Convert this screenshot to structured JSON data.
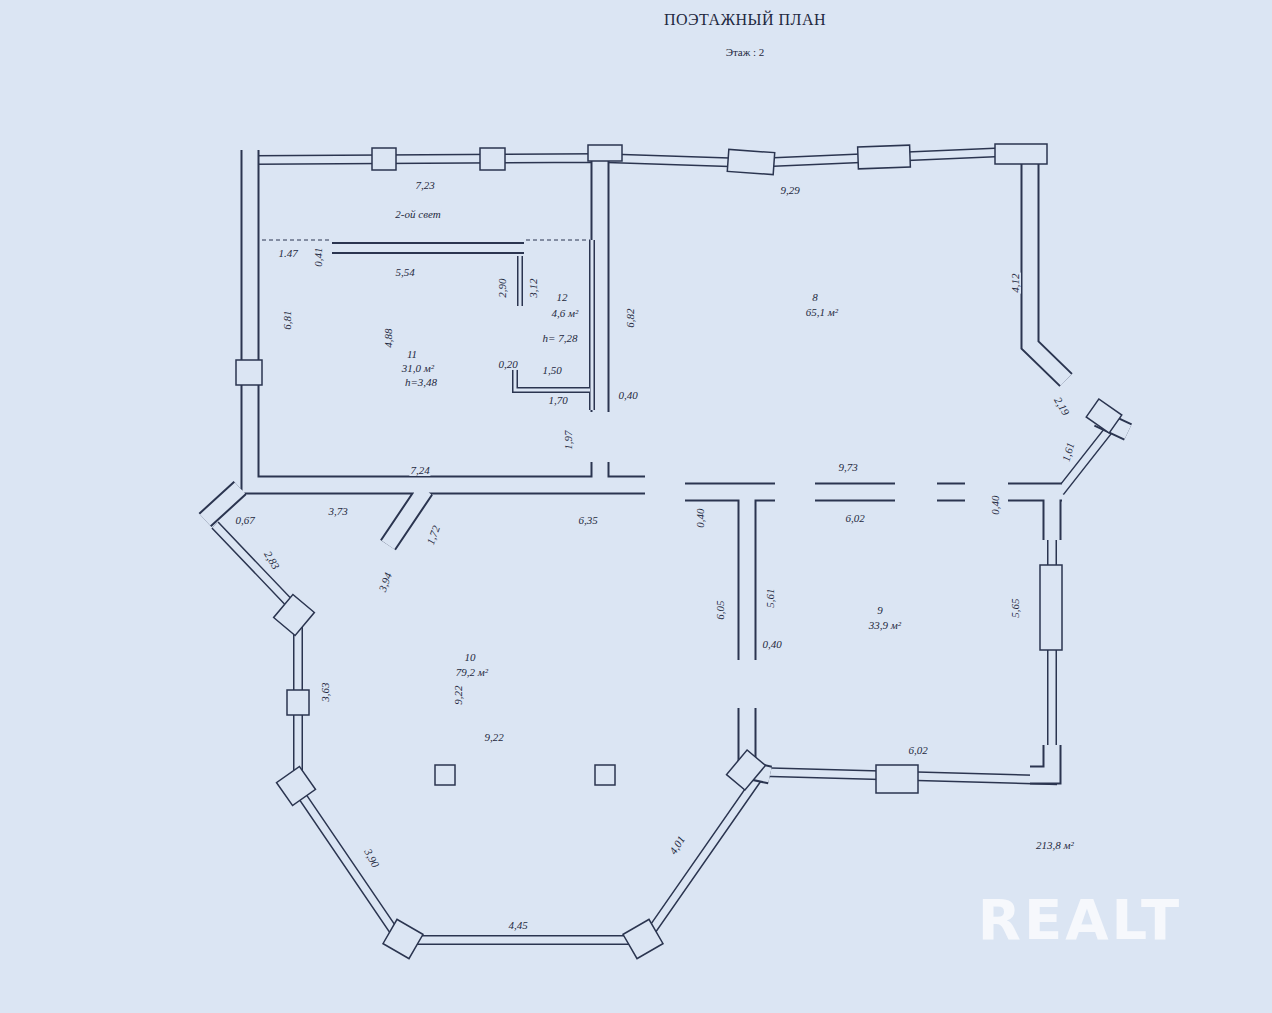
{
  "diagram": {
    "title": "ПОЭТАЖНЫЙ ПЛАН",
    "labels": [
      "Этаж : 2",
      "7,23",
      "2-ой свет",
      "1.47",
      "0,41",
      "5,54",
      "2,90",
      "3,12",
      "12",
      "4,6 м²",
      "h= 7,28",
      "6,81",
      "4,88",
      "11",
      "31,0 м²",
      "h=3,48",
      "0,20",
      "1,50",
      "1,70",
      "6,82",
      "0,40",
      "9,29",
      "8",
      "65,1 м²",
      "4,12",
      "2,19",
      "1,61",
      "1,97",
      "7,24",
      "9,73",
      "0,67",
      "3,73",
      "6,35",
      "0,40",
      "6,02",
      "0,40",
      "1,72",
      "2,83",
      "3,94",
      "6,05",
      "5,61",
      "0,40",
      "9",
      "33,9 м²",
      "5,65",
      "3,63",
      "10",
      "79,2 м²",
      "9,22",
      "9,22",
      "6,02",
      "3,90",
      "4,01",
      "4,45",
      "213,8 м²",
      "REALT"
    ]
  }
}
